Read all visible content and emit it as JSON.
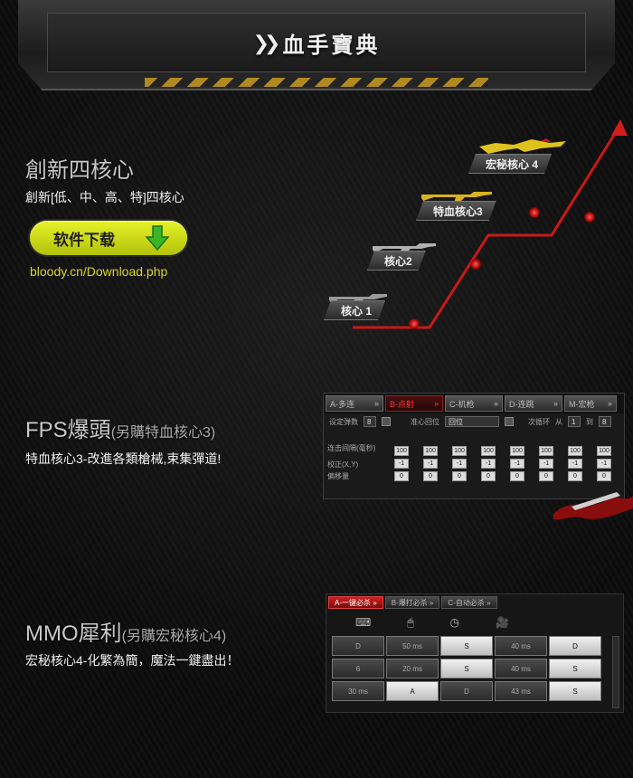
{
  "header": {
    "title": "血手寶典",
    "chevrons": "❯❯"
  },
  "section1": {
    "title": "創新四核心",
    "desc": "創新[低、中、高、特]四核心",
    "download_label": "软件下载",
    "link": "bloody.cn/Download.php",
    "cores": [
      "核心 1",
      "核心2",
      "特血核心3",
      "宏秘核心 4"
    ]
  },
  "section2": {
    "title": "FPS爆頭",
    "title_note": "(另購特血核心3)",
    "desc": "特血核心3-改進各類槍械,束集彈道!",
    "tabs": [
      "A-多连",
      "B-点射",
      "C-机枪",
      "D-连跳",
      "M-宏枪"
    ],
    "row1": {
      "label1": "设定弹数",
      "val1": "8",
      "label2": "准心回位",
      "val2": "回位",
      "label3": "次循环",
      "label4": "从",
      "val4": "1",
      "label5": "到",
      "val5": "8"
    },
    "row_labels": [
      "连击间隔(毫秒)",
      "校正(X,Y)",
      "偏移量"
    ],
    "interval_values": [
      "100",
      "100",
      "100",
      "100",
      "100",
      "100",
      "100",
      "100"
    ],
    "y_values": [
      "-1",
      "-1",
      "-1",
      "-1",
      "-1",
      "-1",
      "-1",
      "-1"
    ],
    "x_values": [
      "0",
      "0",
      "0",
      "0",
      "0",
      "0",
      "0",
      "0"
    ]
  },
  "section3": {
    "title": "MMO犀利",
    "title_note": "(另購宏秘核心4)",
    "desc": "宏秘核心4-化繁為簡，魔法一鍵盡出！",
    "tabs": [
      "A-一键必杀",
      "B-爆打必杀",
      "C-自动必杀"
    ],
    "keys": [
      [
        "D",
        "50 ms",
        "S",
        "40 ms",
        "D"
      ],
      [
        "6",
        "20 ms",
        "S",
        "40 ms",
        "S"
      ],
      [
        "30 ms",
        "A",
        "D",
        "43 ms",
        "S"
      ]
    ]
  },
  "colors": {
    "accent_yellow": "#d9d430",
    "accent_red": "#d41c1c",
    "btn_green": "#c9d61a"
  }
}
